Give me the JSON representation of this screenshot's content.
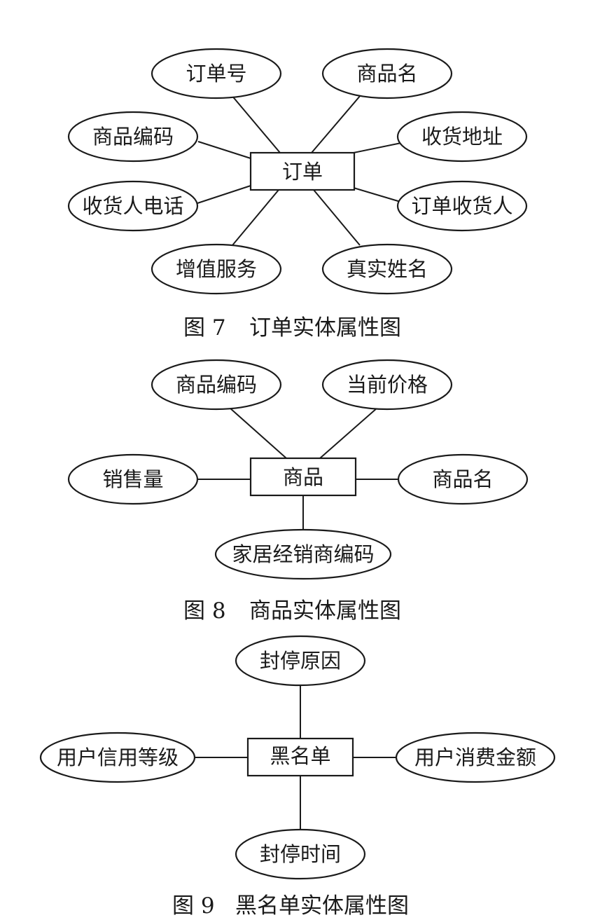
{
  "figures": [
    {
      "entity": "订单",
      "caption_number": "图 7",
      "caption_text": "订单实体属性图",
      "attributes": [
        "订单号",
        "商品名",
        "商品编码",
        "收货地址",
        "收货人电话",
        "订单收货人",
        "增值服务",
        "真实姓名"
      ]
    },
    {
      "entity": "商品",
      "caption_number": "图 8",
      "caption_text": "商品实体属性图",
      "attributes": [
        "商品编码",
        "当前价格",
        "销售量",
        "商品名",
        "家居经销商编码"
      ]
    },
    {
      "entity": "黑名单",
      "caption_number": "图 9",
      "caption_text": "黑名单实体属性图",
      "attributes": [
        "封停原因",
        "用户信用等级",
        "用户消费金额",
        "封停时间"
      ]
    }
  ]
}
